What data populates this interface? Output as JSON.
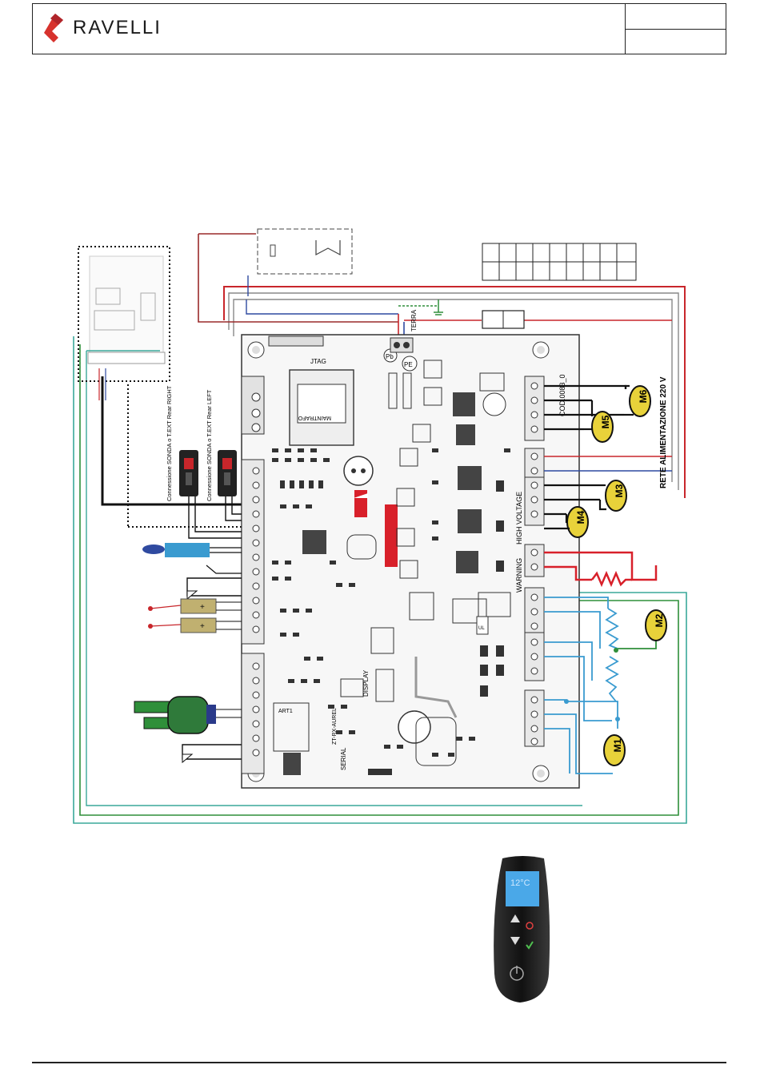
{
  "header": {
    "brand": "RAVELLI",
    "brand_color": "#d7322d"
  },
  "diagram": {
    "mains_label": "RETE ALIMENTAZIONE 220 V",
    "earth_label": "TERRA",
    "probe_right_label": "Connessione SONDA o T.EXT Rear RIGHT",
    "probe_left_label": "Connessione SONDA o T.EXT Rear LEFT",
    "board": {
      "code": "COD.0083_0",
      "jtag": "JTAG",
      "maintrafo": "MAINTRAFO",
      "high_voltage": "HIGH VOLTAGE",
      "warning": "WARNING",
      "serial": "SERIAL",
      "display": "DISPLAY",
      "pe": "PE",
      "pb": "Pb",
      "ul": "UL",
      "art": "ART1",
      "rx": "ZT-RX-AUREL"
    },
    "motors": [
      "M1",
      "M2",
      "M3",
      "M4",
      "M5",
      "M6"
    ],
    "colors": {
      "red": "#c8262b",
      "blue": "#3a9bd0",
      "teal": "#3aa89a",
      "green": "#2f8f3a",
      "motor": "#e8d23a",
      "dark": "#111111"
    }
  },
  "remote": {
    "temperature": "12°C"
  }
}
